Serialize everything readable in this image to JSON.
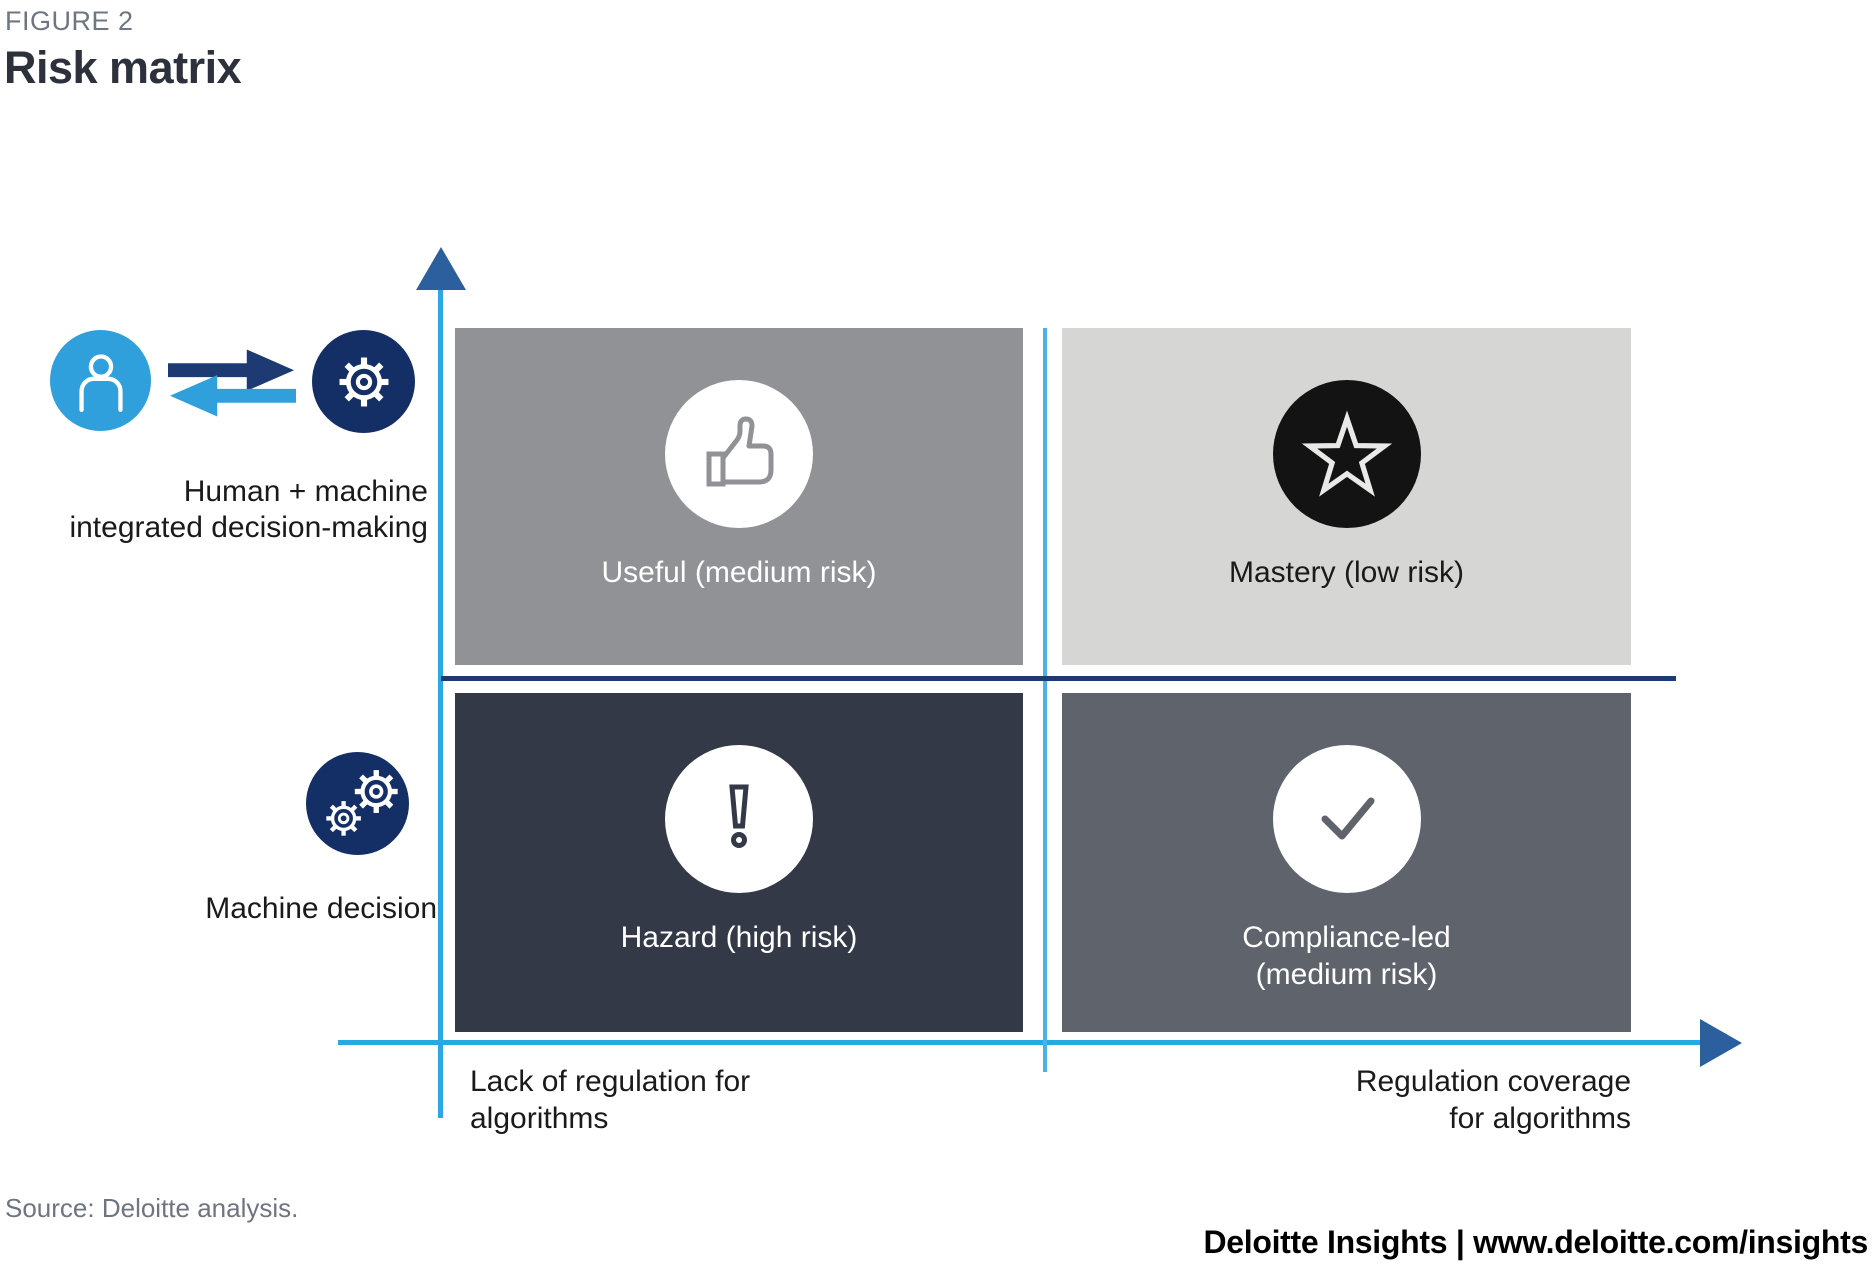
{
  "figure": {
    "eyebrow": "FIGURE 2",
    "title": "Risk matrix"
  },
  "legend": {
    "human_machine": {
      "label": "Human + machine\nintegrated decision-making",
      "icons": [
        "person-icon",
        "exchange-arrows-icon",
        "gear-icon"
      ]
    },
    "machine": {
      "label": "Machine decision",
      "icons": [
        "gears-icon"
      ]
    }
  },
  "matrix": {
    "quadrants": [
      {
        "name": "useful",
        "label": "Useful (medium risk)",
        "risk": "medium",
        "icon": "thumbs-up-icon",
        "bg": "#909296",
        "text_color": "#FFFFFF"
      },
      {
        "name": "mastery",
        "label": "Mastery (low risk)",
        "risk": "low",
        "icon": "star-icon",
        "bg": "#D6D6D4",
        "text_color": "#1A1A1A"
      },
      {
        "name": "hazard",
        "label": "Hazard (high risk)",
        "risk": "high",
        "icon": "exclamation-icon",
        "bg": "#343947",
        "text_color": "#FFFFFF"
      },
      {
        "name": "compliance",
        "label": "Compliance-led\n(medium risk)",
        "risk": "medium",
        "icon": "checkmark-icon",
        "bg": "#5F646C",
        "text_color": "#FFFFFF"
      }
    ],
    "x_axis": {
      "left_label": "Lack of regulation for\nalgorithms",
      "right_label": "Regulation coverage\nfor algorithms"
    }
  },
  "footer": {
    "source": "Source: Deloitte analysis.",
    "branding": "Deloitte Insights | www.deloitte.com/insights"
  },
  "colors": {
    "axis_blue": "#29A9E2",
    "divider_blue": "#45B5E7",
    "arrowhead_blue": "#2B5F9E",
    "divider_navy": "#1E3A72",
    "human_blue": "#2FA0DB",
    "machine_navy": "#142F66",
    "useful_bg": "#909296",
    "mastery_bg": "#D6D6D4",
    "hazard_bg": "#343947",
    "compliance_bg": "#5F646C",
    "mastery_icon_bg": "#131313",
    "star_stroke": "#E9E9E7",
    "text_dark": "#1A1A1A",
    "title_color": "#2D313C",
    "eyebrow_color": "#6E7681",
    "source_color": "#6E7480",
    "white": "#FFFFFF"
  }
}
